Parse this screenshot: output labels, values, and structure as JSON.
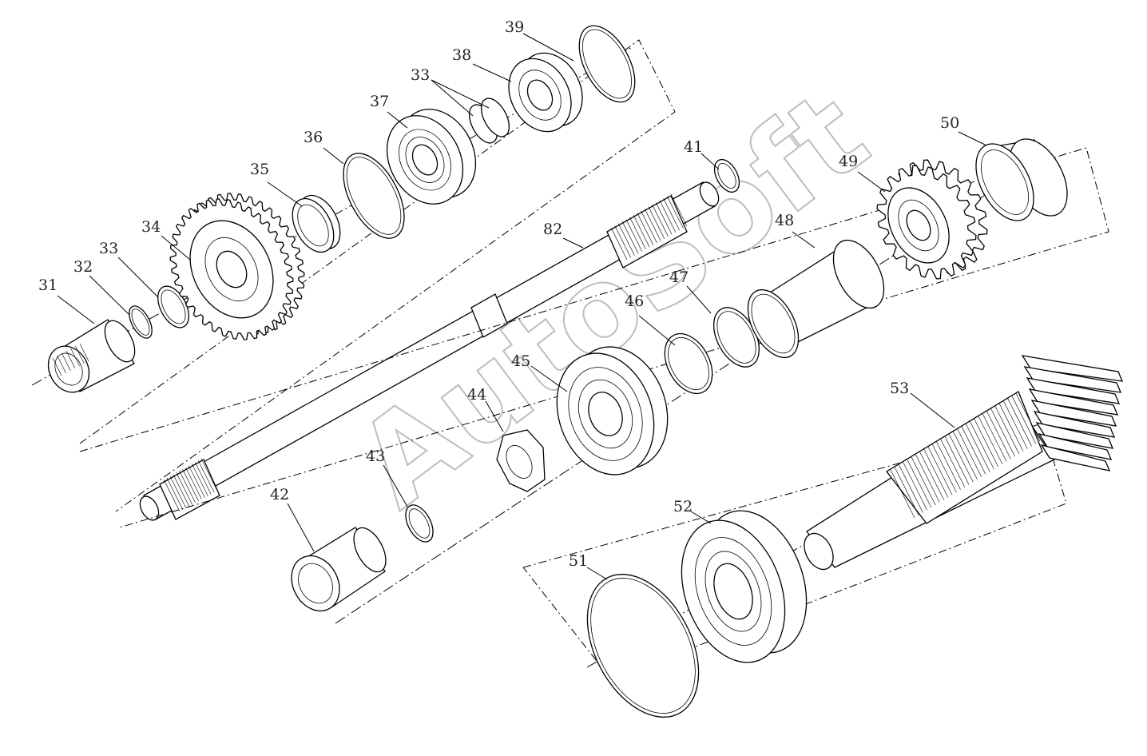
{
  "diagram": {
    "watermark": "AutoSoft",
    "callouts": {
      "c31": "31",
      "c32": "32",
      "c33a": "33",
      "c34": "34",
      "c35": "35",
      "c36": "36",
      "c37": "37",
      "c33b": "33",
      "c38": "38",
      "c39": "39",
      "c41": "41",
      "c82": "82",
      "c48": "48",
      "c49": "49",
      "c50": "50",
      "c47": "47",
      "c46": "46",
      "c45": "45",
      "c44": "44",
      "c43": "43",
      "c42": "42",
      "c53": "53",
      "c52": "52",
      "c51": "51"
    }
  }
}
